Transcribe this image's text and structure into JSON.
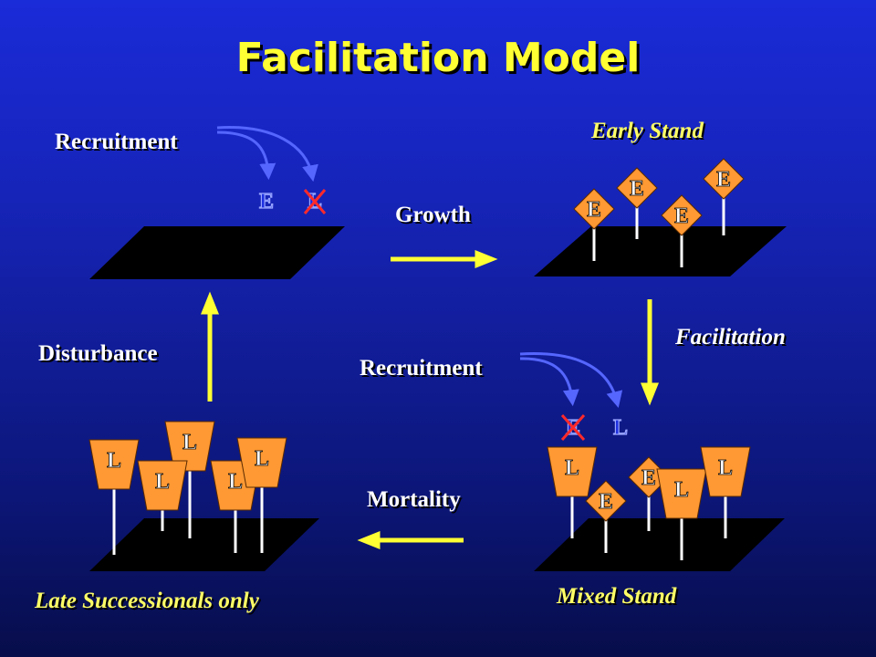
{
  "title": "Facilitation Model",
  "labels": {
    "recruitment_top": "Recruitment",
    "early_stand": "Early Stand",
    "growth": "Growth",
    "facilitation": "Facilitation",
    "disturbance": "Disturbance",
    "recruitment_mid": "Recruitment",
    "mortality": "Mortality",
    "late_successionals": "Late Successionals only",
    "mixed_stand": "Mixed Stand"
  },
  "symbols": {
    "early": "E",
    "late": "L"
  },
  "colors": {
    "title": "#ffff33",
    "arrow": "#ffff33",
    "marker_fill": "#ff9933",
    "cross": "#ff2a2a",
    "plot": "#000000"
  }
}
